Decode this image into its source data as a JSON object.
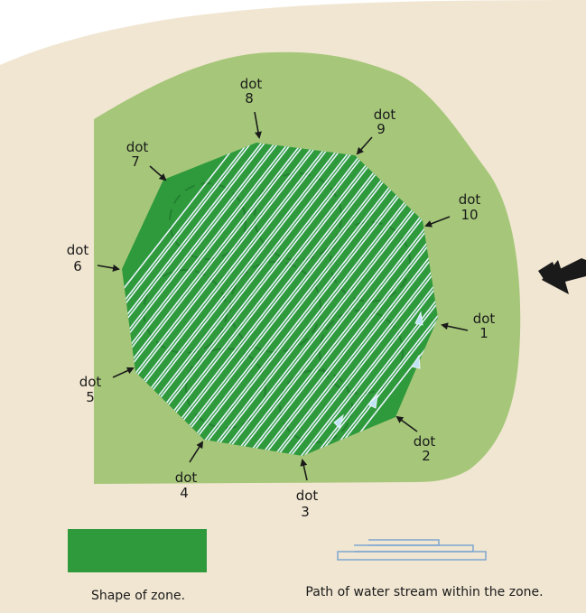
{
  "colors": {
    "background_outer": "#ffffff",
    "parchment": "#f1e6d2",
    "lawn": "#a6c77a",
    "zone": "#2f9a3c",
    "zone_dark": "#1f7a2e",
    "stream": "#e8f4fb",
    "stream_arrow": "#bfe3f5",
    "legend_stream": "#7fa6cf",
    "arrow": "#1a1a1a"
  },
  "dots": [
    {
      "word": "dot",
      "number": "1"
    },
    {
      "word": "dot",
      "number": "2"
    },
    {
      "word": "dot",
      "number": "3"
    },
    {
      "word": "dot",
      "number": "4"
    },
    {
      "word": "dot",
      "number": "5"
    },
    {
      "word": "dot",
      "number": "6"
    },
    {
      "word": "dot",
      "number": "7"
    },
    {
      "word": "dot",
      "number": "8"
    },
    {
      "word": "dot",
      "number": "9"
    },
    {
      "word": "dot",
      "number": "10"
    }
  ],
  "legend": {
    "zone_label": "Shape of zone.",
    "path_label": "Path of water stream within the zone."
  }
}
